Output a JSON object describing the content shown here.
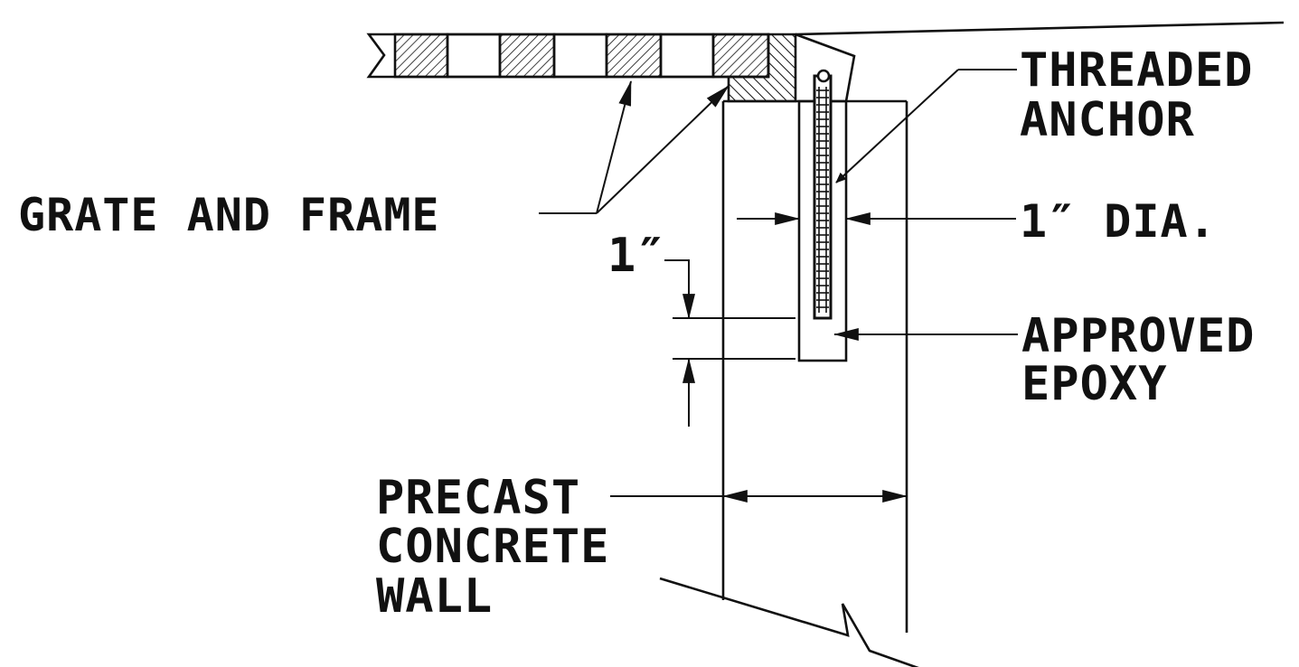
{
  "labels": {
    "threaded_anchor": [
      "THREADED",
      "ANCHOR"
    ],
    "grate_and_frame": "GRATE AND FRAME",
    "dia": "1″ DIA.",
    "one_inch": "1″",
    "approved_epoxy": [
      "APPROVED",
      "EPOXY"
    ],
    "precast_wall": [
      "PRECAST",
      "CONCRETE",
      "WALL"
    ]
  },
  "colors": {
    "ink": "#111111",
    "background": "#ffffff"
  }
}
